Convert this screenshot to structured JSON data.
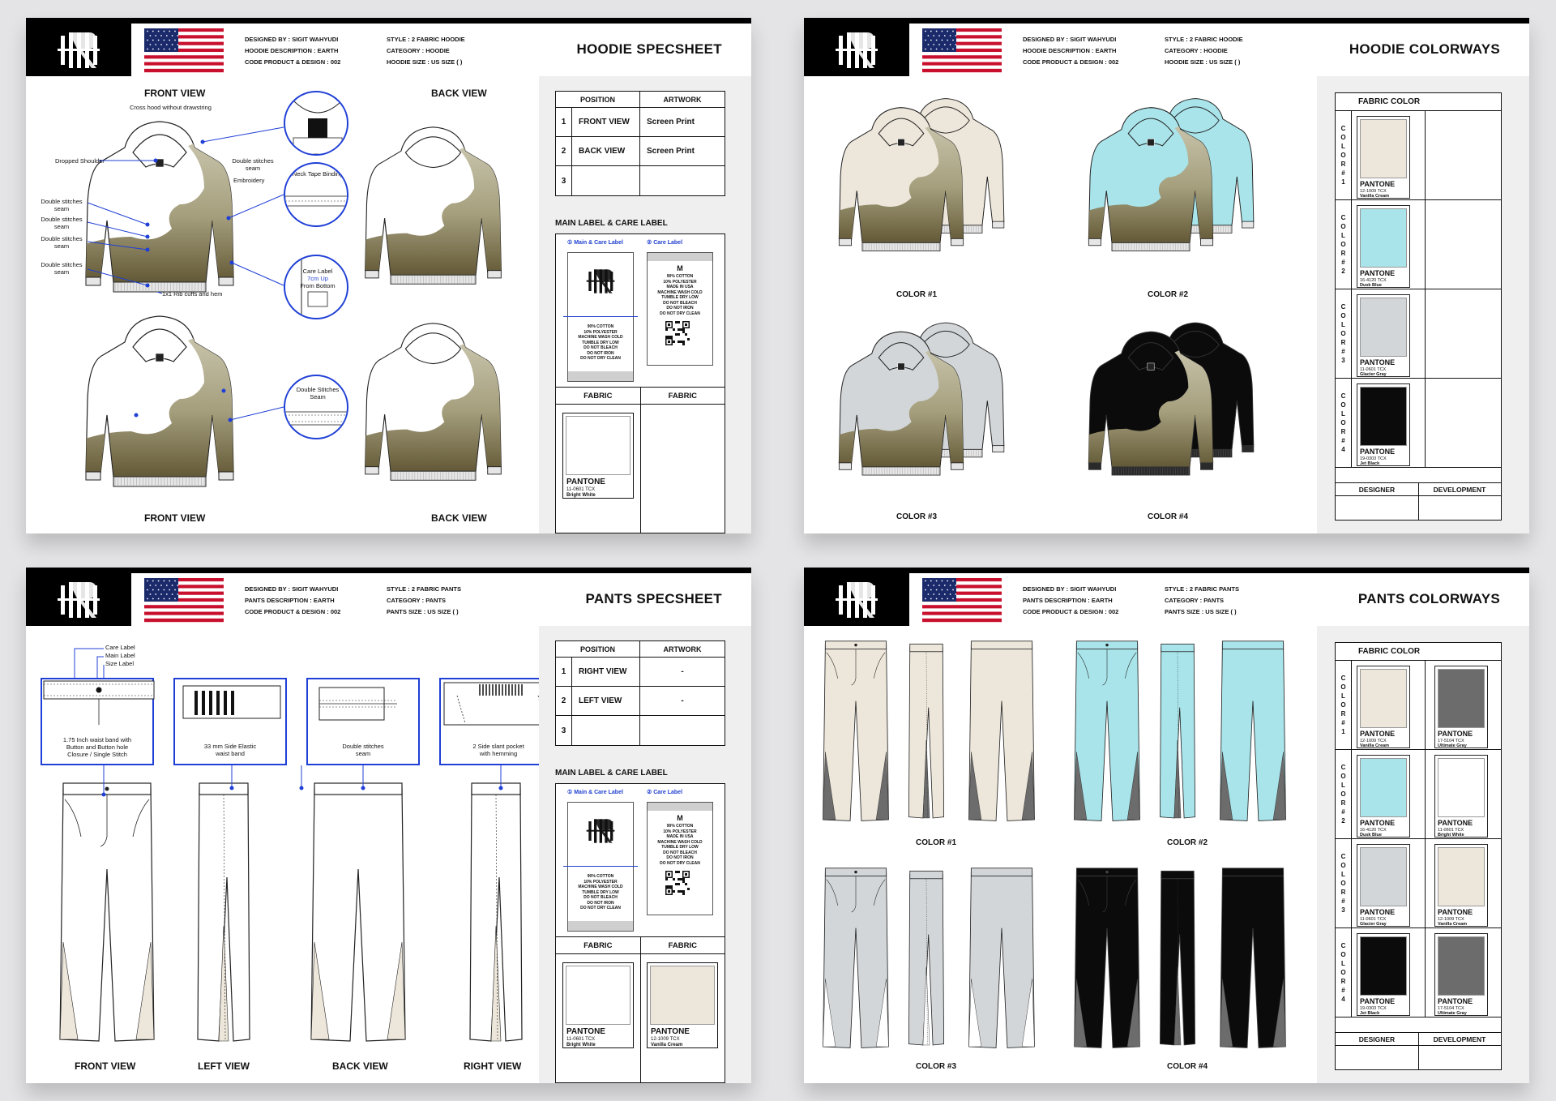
{
  "colors": {
    "vanilla_cream": "#EDE6DA",
    "dusk_blue": "#A9E4EA",
    "glacier_gray": "#D2D6D8",
    "jet_black": "#0B0B0B",
    "bright_white": "#FFFFFF",
    "ultimate_gray": "#6C6C6C",
    "callout_blue": "#1F3FD6",
    "earth_dark": "#5A5238",
    "earth_light": "#B4AC88"
  },
  "logo_icon": "brand-monogram-icon",
  "flag_icon": "us-flag-icon",
  "hoodie_spec": {
    "designed_by": "DESIGNED BY : SIGIT WAHYUDI",
    "description": "HOODIE DESCRIPTION : EARTH",
    "code": "CODE PRODUCT & DESIGN : 002",
    "style": "STYLE : 2 FABRIC HOODIE",
    "category": "CATEGORY : HOODIE",
    "size": "HOODIE SIZE : US SIZE (   )",
    "title": "HOODIE SPECSHEET",
    "front_view": "FRONT VIEW",
    "back_view": "BACK VIEW",
    "notes": {
      "hood": "Cross hood without drawstring",
      "dropped_shoulder": "Dropped Shoulder",
      "double_stitches_1": "Double stitches seam",
      "double_stitches_2": "Double stitches seam",
      "double_stitches_3": "Double stitches seam",
      "double_stitches_4": "Double stitches seam",
      "double_stitches_5": "Double stitches seam",
      "embroidery": "Embroidery",
      "rib": "1x1 Rib cuffs and hem",
      "neck_tape": "Neck Tape Binding",
      "care_label_1": "Care Label",
      "care_label_2": "7cm Up",
      "care_label_3": "From Bottom",
      "double_stitches_seam": "Double Stitches Seam"
    },
    "table": {
      "col_position": "POSITION",
      "col_artwork": "ARTWORK",
      "rows": [
        {
          "num": "1",
          "position": "FRONT VIEW",
          "artwork": "Screen Print"
        },
        {
          "num": "2",
          "position": "BACK VIEW",
          "artwork": "Screen Print"
        },
        {
          "num": "3",
          "position": "",
          "artwork": ""
        }
      ]
    },
    "label_title": "MAIN LABEL & CARE LABEL",
    "tag1_title": "① Main & Care Label",
    "tag2_title": "② Care Label",
    "tag_size": "M",
    "care_text": "90% COTTON\n10% POLYESTER\nMACHINE WASH COLD\nTUMBLE DRY LOW\nDO NOT BLEACH\nDO NOT IRON\nDO NOT DRY CLEAN",
    "care_text2": "90% COTTON\n10% POLYESTER\nMADE IN USA\nMACHINE WASH COLD\nTUMBLE DRY LOW\nDO NOT BLEACH\nDO NOT IRON\nDO NOT DRY CLEAN",
    "fabric_1": "FABRIC",
    "fabric_2": "FABRIC",
    "pantone": {
      "name": "PANTONE",
      "code": "11-0601 TCX",
      "desc": "Bright White"
    }
  },
  "hoodie_colorways": {
    "designed_by": "DESIGNED BY : SIGIT WAHYUDI",
    "description": "HOODIE DESCRIPTION : EARTH",
    "code": "CODE PRODUCT & DESIGN : 002",
    "style": "STYLE : 2 FABRIC HOODIE",
    "category": "CATEGORY : HOODIE",
    "size": "HOODIE SIZE : US SIZE (   )",
    "title": "HOODIE COLORWAYS",
    "captions": [
      "COLOR #1",
      "COLOR #2",
      "COLOR #3",
      "COLOR #4"
    ],
    "fabric_color": "FABRIC COLOR",
    "side_labels": [
      "COLOR #1",
      "COLOR #2",
      "COLOR #3",
      "COLOR #4"
    ],
    "swatches": [
      {
        "name": "PANTONE",
        "code": "12-1009 TCX",
        "desc": "Vanilla Cream"
      },
      {
        "name": "PANTONE",
        "code": "16-4120 TCX",
        "desc": "Dusk Blue"
      },
      {
        "name": "PANTONE",
        "code": "11-0601 TCX",
        "desc": "Glacier Gray"
      },
      {
        "name": "PANTONE",
        "code": "19-0303 TCX",
        "desc": "Jet Black"
      }
    ],
    "designer": "DESIGNER",
    "development": "DEVELOPMENT"
  },
  "pants_spec": {
    "designed_by": "DESIGNED BY : SIGIT WAHYUDI",
    "description": "PANTS DESCRIPTION : EARTH",
    "code": "CODE PRODUCT & DESIGN : 002",
    "style": "STYLE : 2 FABRIC PANTS",
    "category": "CATEGORY : PANTS",
    "size": "PANTS SIZE : US SIZE (   )",
    "title": "PANTS SPECSHEET",
    "notes": {
      "care_label": "Care Label",
      "main_label": "Main Label",
      "size_label": "Size Label",
      "waistband_1": "1.75 Inch waist band with",
      "waistband_2": "Button and Button hole",
      "waistband_3": "Closure / Single Stitch",
      "elastic_1": "33 mm Side Elastic",
      "elastic_2": "waist band",
      "double_1": "Double stitches",
      "double_2": "seam",
      "pocket_1": "2 Side slant pocket",
      "pocket_2": "with hemming"
    },
    "views": [
      "FRONT VIEW",
      "LEFT VIEW",
      "BACK VIEW",
      "RIGHT VIEW"
    ],
    "table": {
      "col_position": "POSITION",
      "col_artwork": "ARTWORK",
      "rows": [
        {
          "num": "1",
          "position": "RIGHT VIEW",
          "artwork": "-"
        },
        {
          "num": "2",
          "position": "LEFT VIEW",
          "artwork": "-"
        },
        {
          "num": "3",
          "position": "",
          "artwork": ""
        }
      ]
    },
    "label_title": "MAIN LABEL & CARE LABEL",
    "tag1_title": "① Main & Care Label",
    "tag2_title": "② Care Label",
    "tag_size": "M",
    "fabric_1": "FABRIC",
    "fabric_2": "FABRIC",
    "pantone_1": {
      "name": "PANTONE",
      "code": "11-0601 TCX",
      "desc": "Bright White"
    },
    "pantone_2": {
      "name": "PANTONE",
      "code": "12-1009 TCX",
      "desc": "Vanilla Cream"
    }
  },
  "pants_colorways": {
    "designed_by": "DESIGNED BY : SIGIT WAHYUDI",
    "description": "PANTS DESCRIPTION : EARTH",
    "code": "CODE PRODUCT & DESIGN : 002",
    "style": "STYLE : 2 FABRIC PANTS",
    "category": "CATEGORY : PANTS",
    "size": "PANTS SIZE : US SIZE (   )",
    "title": "PANTS COLORWAYS",
    "captions": [
      "COLOR #1",
      "COLOR #2",
      "COLOR #3",
      "COLOR #4"
    ],
    "fabric_color": "FABRIC COLOR",
    "swatches": [
      [
        {
          "name": "PANTONE",
          "code": "12-1009 TCX",
          "desc": "Vanilla Cream"
        },
        {
          "name": "PANTONE",
          "code": "17-5104 TCX",
          "desc": "Ultimate Gray"
        }
      ],
      [
        {
          "name": "PANTONE",
          "code": "16-4120 TCX",
          "desc": "Dusk Blue"
        },
        {
          "name": "PANTONE",
          "code": "11-0601 TCX",
          "desc": "Bright White"
        }
      ],
      [
        {
          "name": "PANTONE",
          "code": "11-0601 TCX",
          "desc": "Glacier Gray"
        },
        {
          "name": "PANTONE",
          "code": "12-1009 TCX",
          "desc": "Vanilla Cream"
        }
      ],
      [
        {
          "name": "PANTONE",
          "code": "19-0303 TCX",
          "desc": "Jet Black"
        },
        {
          "name": "PANTONE",
          "code": "17-5104 TCX",
          "desc": "Ultimate Gray"
        }
      ]
    ],
    "designer": "DESIGNER",
    "development": "DEVELOPMENT"
  }
}
